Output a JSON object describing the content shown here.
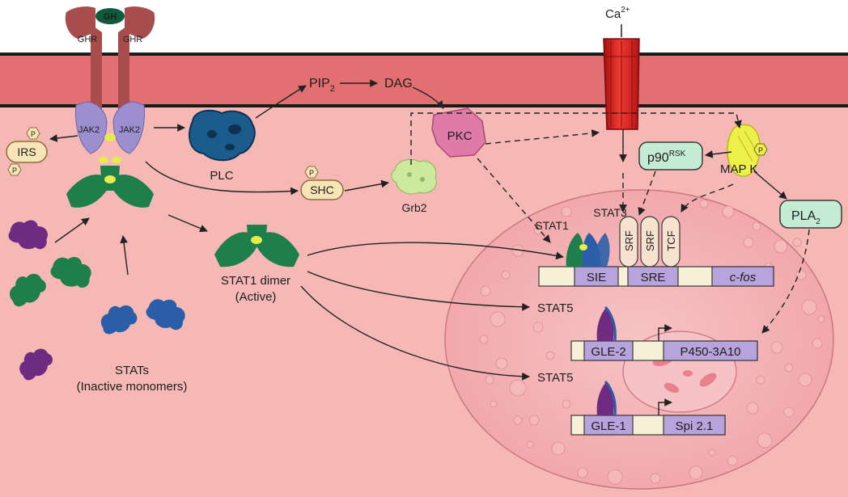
{
  "receptor": {
    "ligand": "GH",
    "receptor_left": "GHR",
    "receptor_right": "GHR",
    "kinase_left": "JAK2",
    "kinase_right": "JAK2"
  },
  "ions": {
    "calcium": "Ca",
    "calcium_charge": "2+"
  },
  "lipids": {
    "pip": "PIP",
    "pip_sub": "2",
    "dag": "DAG"
  },
  "proteins": {
    "irs": "IRS",
    "phospho": "P",
    "plc": "PLC",
    "shc": "SHC",
    "grb2": "Grb2",
    "pkc": "PKC",
    "p90": "p90",
    "p90_sup": "RSK",
    "mapk": "MAP K",
    "pla": "PLA",
    "pla_sub": "2"
  },
  "stats": {
    "dimer_line1": "STAT1 dimer",
    "dimer_line2": "(Active)",
    "inactive_line1": "STATs",
    "inactive_line2": "(Inactive monomers)",
    "stat1": "STAT1",
    "stat3": "STAT3",
    "stat5a": "STAT5",
    "stat5b": "STAT5"
  },
  "dna": {
    "fos": {
      "sie": "SIE",
      "sre": "SRE",
      "gene": "c-fos",
      "srf1": "SRF",
      "srf2": "SRF",
      "tcf": "TCF"
    },
    "p450": {
      "element": "GLE-2",
      "gene": "P450-3A10"
    },
    "spi": {
      "element": "GLE-1",
      "gene": "Spi 2.1"
    }
  },
  "colors": {
    "background": "#f5b8b5",
    "membrane": "#e37274",
    "membrane_line": "#1a1a1a",
    "jak": "#9b8fd0",
    "stat_green": "#1f7f4b",
    "stat_blue": "#2a5fa8",
    "stat_purple": "#6e2b7f",
    "channel": "#e02222",
    "nucleus": "#f3a9ad",
    "dna_box": "#b7a4dc",
    "dna_light": "#f7f0d6"
  }
}
